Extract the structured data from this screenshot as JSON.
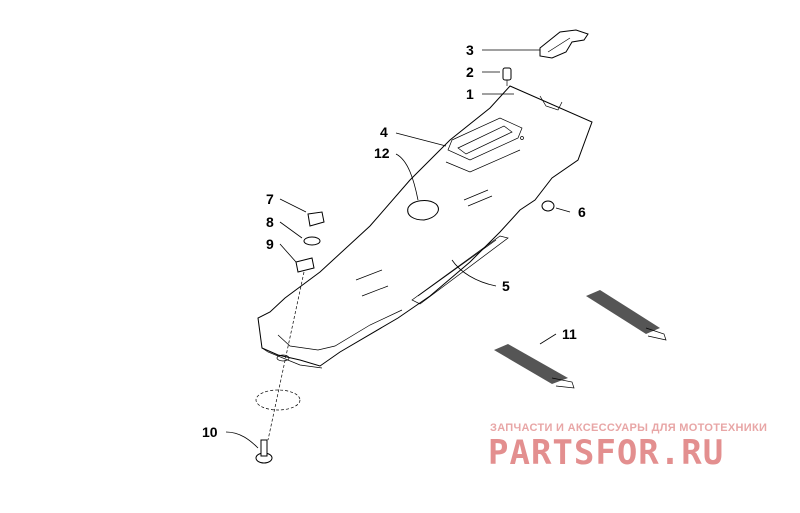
{
  "callouts": {
    "c1": "1",
    "c2": "2",
    "c3": "3",
    "c4": "4",
    "c5": "5",
    "c6": "6",
    "c7": "7",
    "c8": "8",
    "c9": "9",
    "c10": "10",
    "c11": "11",
    "c12": "12"
  },
  "watermark": {
    "tagline": "ЗАПЧАСТИ И АКСЕССУАРЫ ДЛЯ МОТОТЕХНИКИ",
    "logo": "PARTSFOR.RU"
  },
  "colors": {
    "watermark": "#e38f8f",
    "line": "#000000"
  }
}
